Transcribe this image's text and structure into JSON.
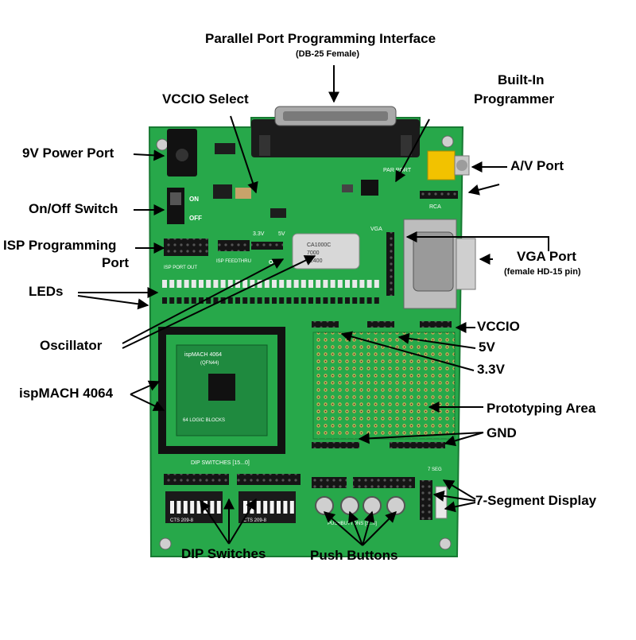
{
  "labels": {
    "parallel_port": "Parallel Port Programming Interface",
    "parallel_port_sub": "(DB-25 Female)",
    "builtin_programmer_line1": "Built-In",
    "builtin_programmer_line2": "Programmer",
    "vccio_select": "VCCIO Select",
    "power_port": "9V Power Port",
    "av_port": "A/V Port",
    "on_off_switch": "On/Off Switch",
    "isp_port_line1": "ISP Programming",
    "isp_port_line2": "Port",
    "vga_port": "VGA Port",
    "vga_port_sub": "(female HD-15 pin)",
    "leds": "LEDs",
    "vccio": "VCCIO",
    "oscillator": "Oscillator",
    "five_v": "5V",
    "three_v": "3.3V",
    "ispmach": "ispMACH 4064",
    "prototyping_area": "Prototyping Area",
    "gnd": "GND",
    "seven_segment": "7-Segment Display",
    "dip_switches": "DIP Switches",
    "push_buttons": "Push Buttons"
  },
  "board_markings": {
    "on": "ON",
    "off": "OFF",
    "osc": "OSC",
    "vga": "VGA",
    "rca": "RCA",
    "parport": "PAR PORT",
    "v33": "3.3V",
    "v5": "5V",
    "ispmach_name": "ispMACH 4064",
    "ispmach_pkg": "(QFN44)",
    "logic_blocks": "64 LOGIC BLOCKS",
    "dip_title": "DIP SWITCHES [15...0]",
    "cts": "CTS 209-8",
    "push_title": "PUSHBUTTONS [3...0]",
    "osc_line1": "CA1000C",
    "osc_line2": "7000",
    "osc_line3": "12400",
    "isp_port_out": "ISP PORT OUT",
    "isp_feedthru": "ISP FEEDTHRU",
    "seven_seg": "7 SEG"
  },
  "colors": {
    "board": "#27a84a",
    "board_dark": "#1a7f36",
    "header": "#151515",
    "connector_metal": "#9a9a9a",
    "rca_yellow": "#f2c200",
    "arrow": "#000000"
  }
}
